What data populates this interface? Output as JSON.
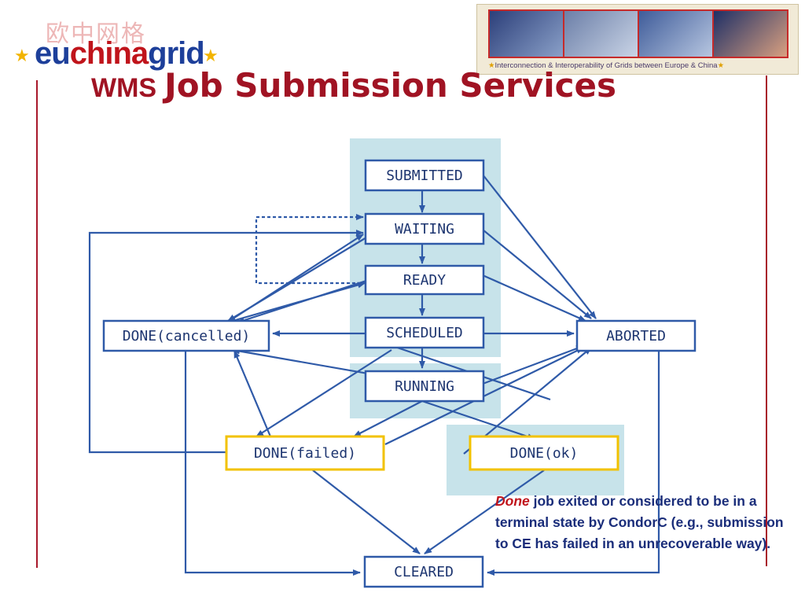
{
  "logo": {
    "cn_text": "欧中网格",
    "part1": "eu",
    "part2": "china",
    "part3": "grid",
    "star": "★"
  },
  "banner": {
    "caption": "Interconnection & Interoperability of Grids between Europe & China",
    "star": "★"
  },
  "title": {
    "prefix": "WMS",
    "main": "Job Submission Services"
  },
  "states": {
    "submitted": "SUBMITTED",
    "waiting": "WAITING",
    "ready": "READY",
    "scheduled": "SCHEDULED",
    "running": "RUNNING",
    "done_cancelled": "DONE(cancelled)",
    "aborted": "ABORTED",
    "done_failed": "DONE(failed)",
    "done_ok": "DONE(ok)",
    "cleared": "CLEARED"
  },
  "note": {
    "term": "Done",
    "text": "job exited or considered to be in a terminal state by CondorC (e.g., submission to CE has failed in an unrecoverable way)."
  },
  "colors": {
    "accent": "#a01323",
    "arrow": "#2f5aa8",
    "highlight": "#f2c200",
    "panel": "#c7e3ea"
  }
}
